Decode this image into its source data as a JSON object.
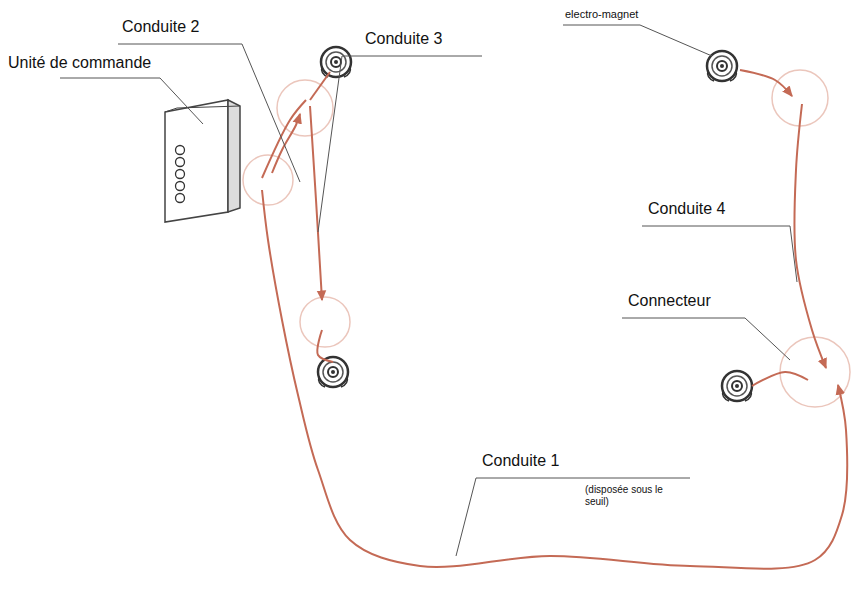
{
  "diagram": {
    "labels": [
      "Conduite 2",
      "Conduite 3",
      "Unité de commande",
      "electro-magnet",
      "Conduite 4",
      "Connecteur",
      "Conduite 1",
      "(disposée sous le seuil)"
    ]
  }
}
